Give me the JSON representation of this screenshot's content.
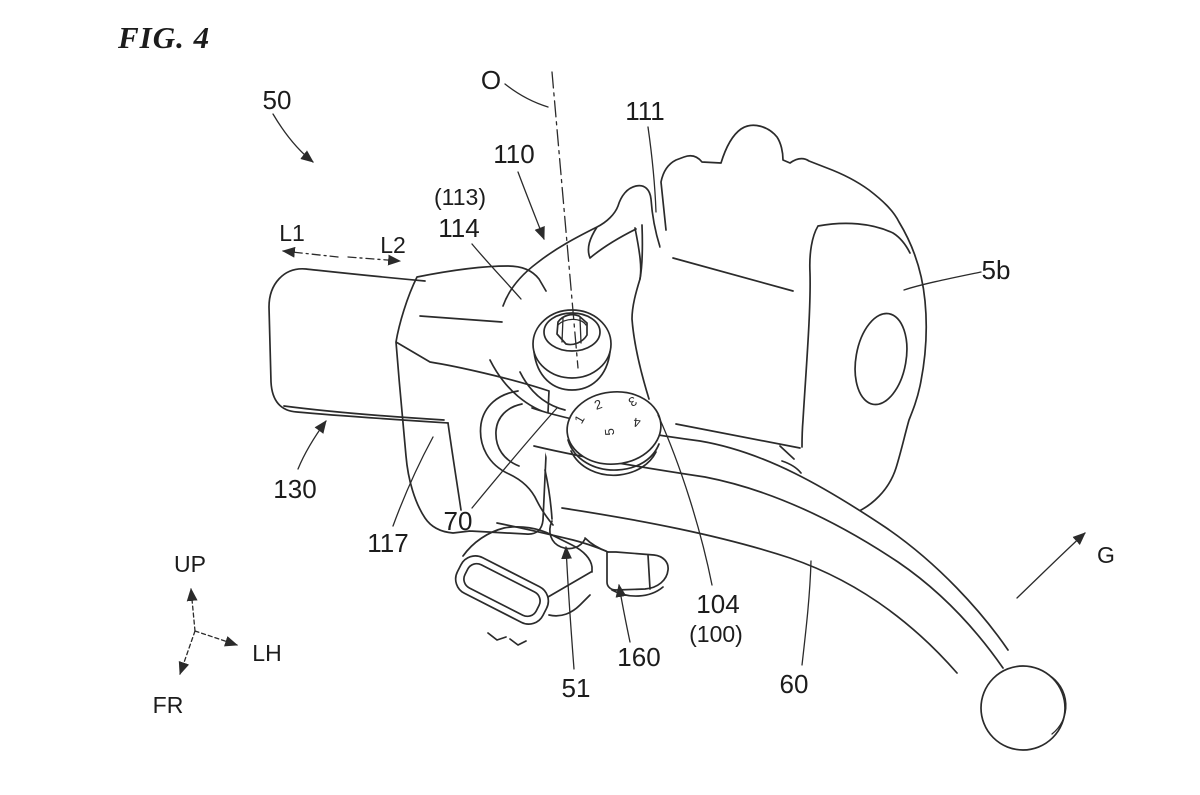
{
  "figure": {
    "title": "FIG. 4"
  },
  "labels": {
    "l50": "50",
    "lO": "O",
    "l110": "110",
    "l111": "111",
    "l113": "(113)",
    "l114": "114",
    "lL1": "L1",
    "lL2": "L2",
    "l5b": "5b",
    "l130": "130",
    "l117": "117",
    "l70": "70",
    "l104": "104",
    "l100": "(100)",
    "l160": "160",
    "l51": "51",
    "l60": "60",
    "lG": "G",
    "lUP": "UP",
    "lLH": "LH",
    "lFR": "FR"
  },
  "dial_numbers": [
    "1",
    "2",
    "5",
    "4",
    "3"
  ],
  "colors": {
    "line": "#2b2b2b",
    "label": "#1c1c1c",
    "background": "#ffffff"
  }
}
